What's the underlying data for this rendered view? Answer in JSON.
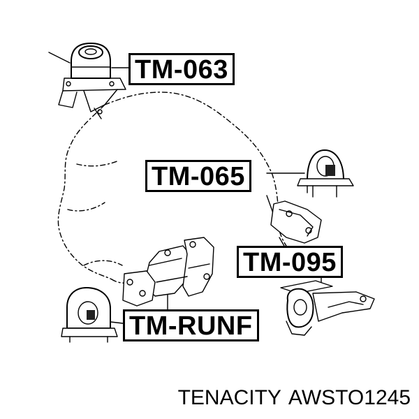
{
  "parts": [
    {
      "id": "tm-063",
      "label": "TM-063"
    },
    {
      "id": "tm-065",
      "label": "TM-065"
    },
    {
      "id": "tm-095",
      "label": "TM-095"
    },
    {
      "id": "tm-runf",
      "label": "TM-RUNF"
    }
  ],
  "caption": {
    "brand": "TENACITY",
    "code": "AWSTO1245"
  },
  "colors": {
    "line": "#000000",
    "background": "#ffffff"
  }
}
